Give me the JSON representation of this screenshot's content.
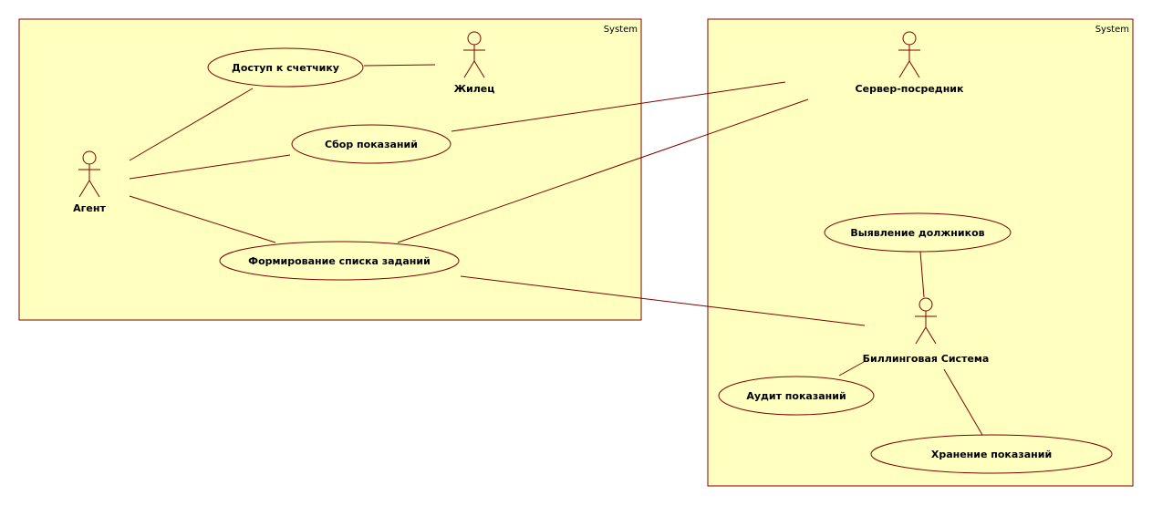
{
  "systems": [
    {
      "id": "left",
      "label": "System"
    },
    {
      "id": "right",
      "label": "System"
    }
  ],
  "actors": {
    "agent": "Агент",
    "resident": "Жилец",
    "proxy_server": "Сервер-посредник",
    "billing_system": "Биллинговая Система"
  },
  "use_cases": {
    "meter_access": "Доступ к счетчику",
    "reading_collection": "Сбор показаний",
    "task_list": "Формирование списка заданий",
    "debtor_detection": "Выявление должников",
    "reading_audit": "Аудит показаний",
    "reading_storage": "Хранение показаний"
  },
  "associations": [
    [
      "agent",
      "meter_access"
    ],
    [
      "meter_access",
      "resident"
    ],
    [
      "agent",
      "reading_collection"
    ],
    [
      "agent",
      "task_list"
    ],
    [
      "reading_collection",
      "proxy_server"
    ],
    [
      "task_list",
      "proxy_server"
    ],
    [
      "task_list",
      "billing_system"
    ],
    [
      "debtor_detection",
      "billing_system"
    ],
    [
      "reading_audit",
      "billing_system"
    ],
    [
      "reading_storage",
      "billing_system"
    ]
  ],
  "colors": {
    "fill": "#ffffc0",
    "stroke": "#800000"
  }
}
